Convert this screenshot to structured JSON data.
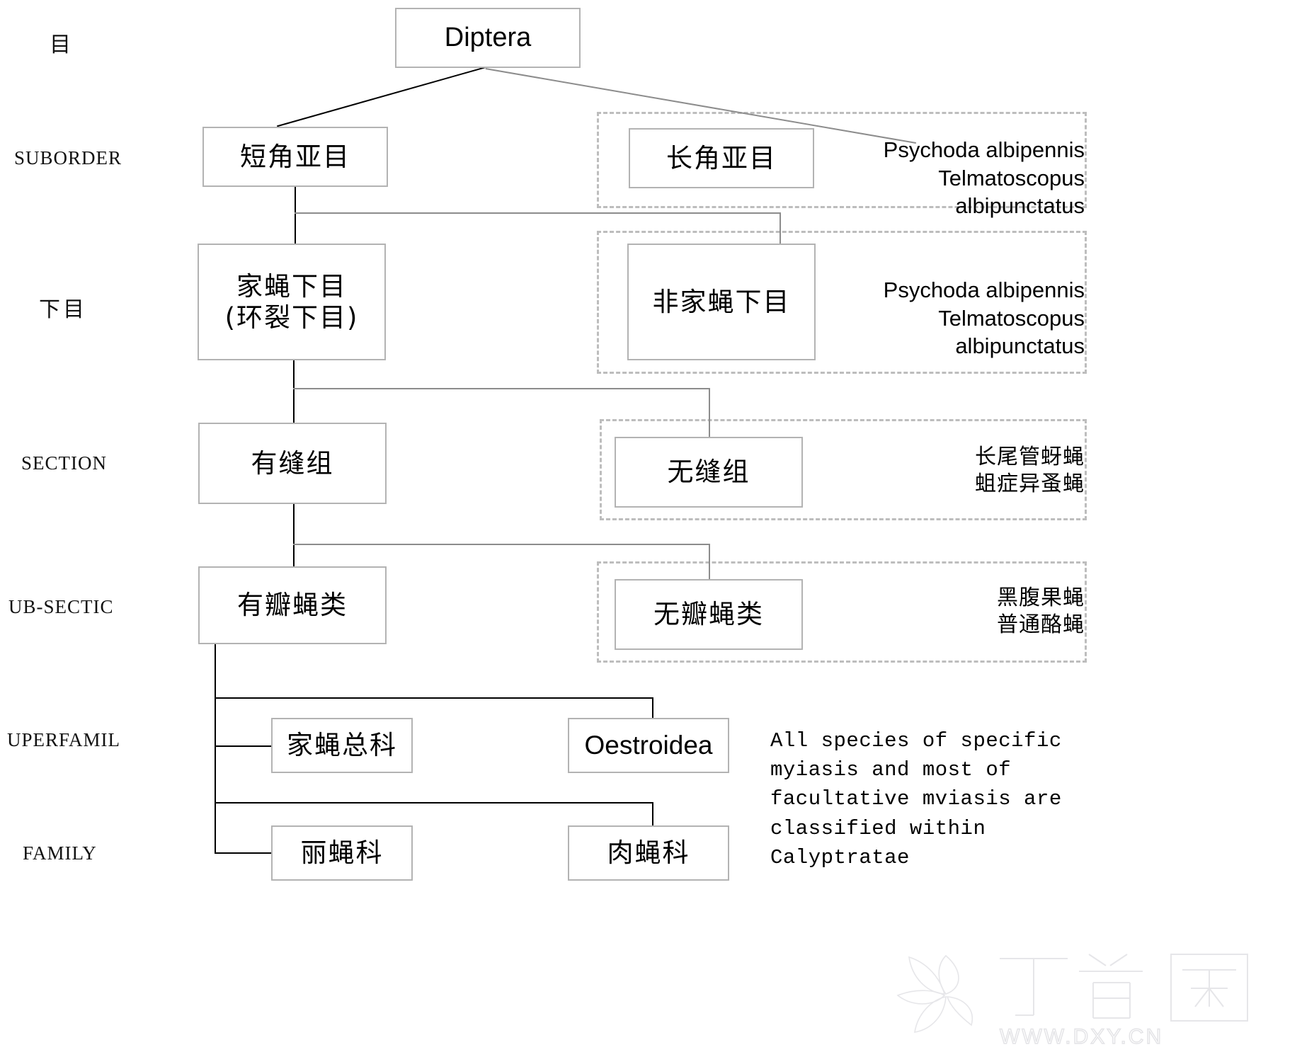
{
  "diagram": {
    "type": "taxonomic-hierarchy",
    "title_node": "Diptera",
    "watermark": {
      "brand_cjk": "丁香园",
      "url": "WWW.DXY.CN"
    },
    "rank_labels": [
      {
        "id": "order",
        "text": "目",
        "script": "cjk"
      },
      {
        "id": "suborder",
        "text": "SUBORDER",
        "script": "latin"
      },
      {
        "id": "infraorder",
        "text": "下目",
        "script": "cjk"
      },
      {
        "id": "section",
        "text": "SECTION",
        "script": "latin"
      },
      {
        "id": "subsection",
        "text": "UB-SECTIC",
        "script": "latin"
      },
      {
        "id": "superfamily",
        "text": "UPERFAMIL",
        "script": "latin"
      },
      {
        "id": "family",
        "text": "FAMILY",
        "script": "latin"
      }
    ],
    "nodes": {
      "order": {
        "label": "Diptera",
        "script": "latin"
      },
      "suborder_left": {
        "label": "短角亚目",
        "script": "cjk"
      },
      "suborder_right": {
        "label": "长角亚目",
        "script": "cjk"
      },
      "infraorder_left": {
        "label": "家蝇下目\n(环裂下目)",
        "script": "cjk"
      },
      "infraorder_right": {
        "label": "非家蝇下目",
        "script": "cjk"
      },
      "section_left": {
        "label": "有缝组",
        "script": "cjk"
      },
      "section_right": {
        "label": "无缝组",
        "script": "cjk"
      },
      "subsection_left": {
        "label": "有瓣蝇类",
        "script": "cjk"
      },
      "subsection_right": {
        "label": "无瓣蝇类",
        "script": "cjk"
      },
      "superfamily_left": {
        "label": "家蝇总科",
        "script": "cjk"
      },
      "superfamily_right": {
        "label": "Oestroidea",
        "script": "latin-bold"
      },
      "family_left": {
        "label": "丽蝇科",
        "script": "cjk"
      },
      "family_right": {
        "label": "肉蝇科",
        "script": "cjk"
      }
    },
    "annotations": {
      "suborder_species": {
        "text": "Psychoda albipennis\nTelmatoscopus albipunctatus",
        "script": "latin"
      },
      "infraorder_species": {
        "text": "Psychoda albipennis\nTelmatoscopus albipunctatus",
        "script": "latin"
      },
      "section_species": {
        "text": "长尾管蚜蝇\n蛆症异蚤蝇",
        "script": "cjk"
      },
      "subsection_species": {
        "text": "黑腹果蝇\n普通酪蝇",
        "script": "cjk"
      },
      "footnote": {
        "text": "All species of specific\nmyiasis and most of\nfacultative mviasis are\nclassified within\nCalyptratae",
        "script": "mono"
      }
    },
    "colors": {
      "box_border": "#b3b3b3",
      "dashed_border": "#bdbdbd",
      "connector_dark": "#000000",
      "connector_grey": "#8c8c8c",
      "background": "#ffffff",
      "text": "#000000",
      "watermark": "#e3e3e6"
    }
  }
}
